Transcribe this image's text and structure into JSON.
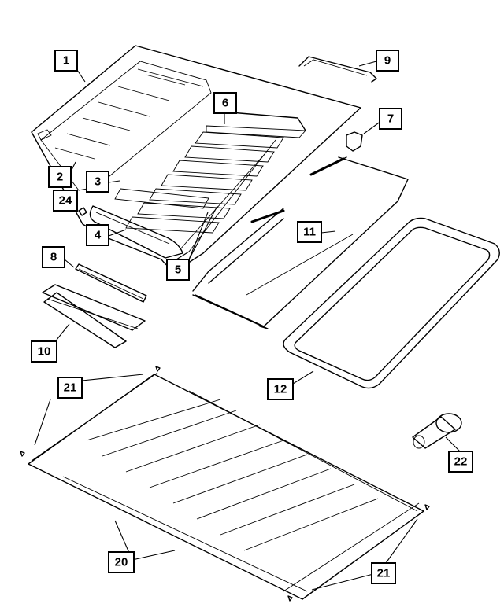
{
  "callouts": [
    {
      "id": "c1",
      "label": "1"
    },
    {
      "id": "c2",
      "label": "2"
    },
    {
      "id": "c3",
      "label": "3"
    },
    {
      "id": "c24",
      "label": "24"
    },
    {
      "id": "c4",
      "label": "4"
    },
    {
      "id": "c5",
      "label": "5"
    },
    {
      "id": "c6",
      "label": "6"
    },
    {
      "id": "c7",
      "label": "7"
    },
    {
      "id": "c8",
      "label": "8"
    },
    {
      "id": "c9",
      "label": "9"
    },
    {
      "id": "c10",
      "label": "10"
    },
    {
      "id": "c11",
      "label": "11"
    },
    {
      "id": "c12",
      "label": "12"
    },
    {
      "id": "c20",
      "label": "20"
    },
    {
      "id": "c21a",
      "label": "21"
    },
    {
      "id": "c21b",
      "label": "21"
    },
    {
      "id": "c22",
      "label": "22"
    }
  ]
}
